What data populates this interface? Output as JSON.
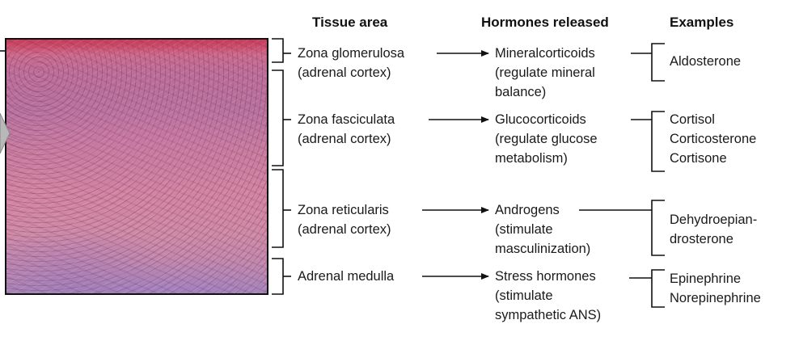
{
  "headers": {
    "tissue": "Tissue area",
    "hormones": "Hormones released",
    "examples": "Examples"
  },
  "rows": [
    {
      "tissue": [
        "Zona glomerulosa",
        "(adrenal cortex)"
      ],
      "hormone": [
        "Mineralcorticoids",
        "(regulate mineral",
        "balance)"
      ],
      "examples": [
        "Aldosterone"
      ]
    },
    {
      "tissue": [
        "Zona fasciculata",
        "(adrenal cortex)"
      ],
      "hormone": [
        "Glucocorticoids",
        "(regulate glucose",
        "metabolism)"
      ],
      "examples": [
        "Cortisol",
        "Corticosterone",
        "Cortisone"
      ]
    },
    {
      "tissue": [
        "Zona reticularis",
        "(adrenal cortex)"
      ],
      "hormone": [
        "Androgens",
        "(stimulate",
        "masculinization)"
      ],
      "examples": [
        "Dehydroepian-",
        "drosterone"
      ]
    },
    {
      "tissue": [
        "Adrenal medulla"
      ],
      "hormone": [
        "Stress hormones",
        "(stimulate",
        "sympathetic ANS)"
      ],
      "examples": [
        "Epinephrine",
        "Norepinephrine"
      ]
    }
  ],
  "colors": {
    "text": "#1a1a1a",
    "stain_pink": "#c9506f",
    "stain_purple": "#a988b6"
  }
}
